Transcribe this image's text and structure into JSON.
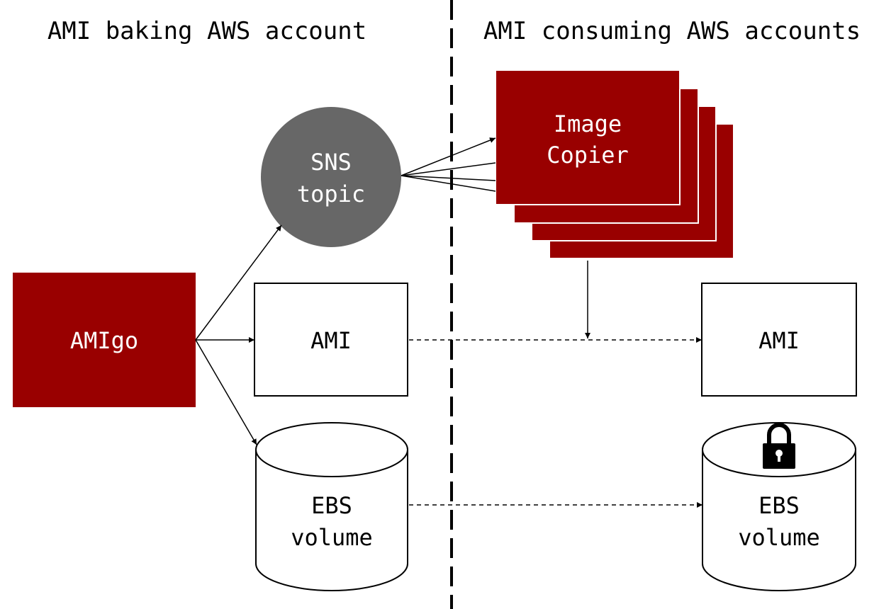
{
  "headers": {
    "left": "AMI baking AWS account",
    "right": "AMI consuming AWS accounts"
  },
  "nodes": {
    "amigo": "AMIgo",
    "sns_topic": {
      "line1": "SNS",
      "line2": "topic"
    },
    "image_copier": {
      "line1": "Image",
      "line2": "Copier"
    },
    "ami_source": "AMI",
    "ami_target": "AMI",
    "ebs_source": {
      "line1": "EBS",
      "line2": "volume"
    },
    "ebs_target": {
      "line1": "EBS",
      "line2": "volume"
    }
  },
  "icons": {
    "lock": "lock-icon"
  },
  "colors": {
    "brand_red": "#990000",
    "sns_gray": "#676767",
    "line": "#000000",
    "box_text_light": "#ffffff"
  }
}
